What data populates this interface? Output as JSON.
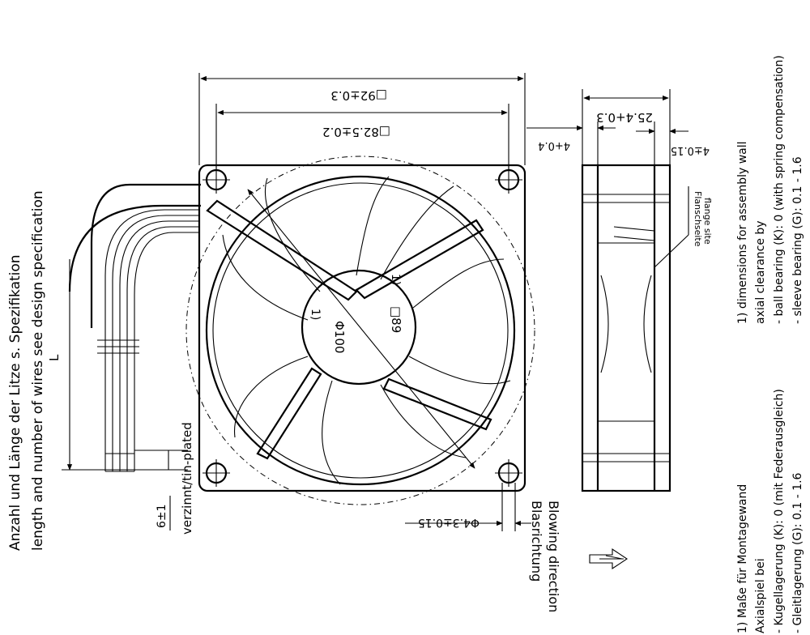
{
  "labels": {
    "spec_de": "Anzahl und Länge der Litze s. Spezifikation",
    "spec_en": "length and number of wires see design specification",
    "wire_length": "L",
    "strip_length": "6±1",
    "tin_plated": "verzinnt/tin-plated",
    "blowing_de": "Blasrichtung",
    "blowing_en": "Blowing direction",
    "flange_de": "Flanschseite",
    "flange_en": "flange site"
  },
  "dimensions": {
    "outer_frame": "□92±0.3",
    "hole_spacing": "□82.5±0.2",
    "depth": "25.4+0.3",
    "flange_front": "4+0.4",
    "flange_back": "4±0.15",
    "hole_dia": "Φ4.3±0.15",
    "diameter": "Φ100",
    "hub": "□89",
    "note_mark_1": "1)",
    "note_mark_2": "1)"
  },
  "notes_en": {
    "line1": "1) dimensions for assembly wall",
    "line2": "axial clearance by",
    "line3": "- ball bearing (K): 0 (with spring compensation)",
    "line4": "- sleeve bearing (G): 0.1 - 1.6"
  },
  "notes_de": {
    "line1": "1) Maße für Montagewand",
    "line2": "Axialspiel bei",
    "line3": "- Kugellagerung (K): 0 (mit Federausgleich)",
    "line4": "- Gleitlagerung (G): 0.1 - 1.6"
  }
}
